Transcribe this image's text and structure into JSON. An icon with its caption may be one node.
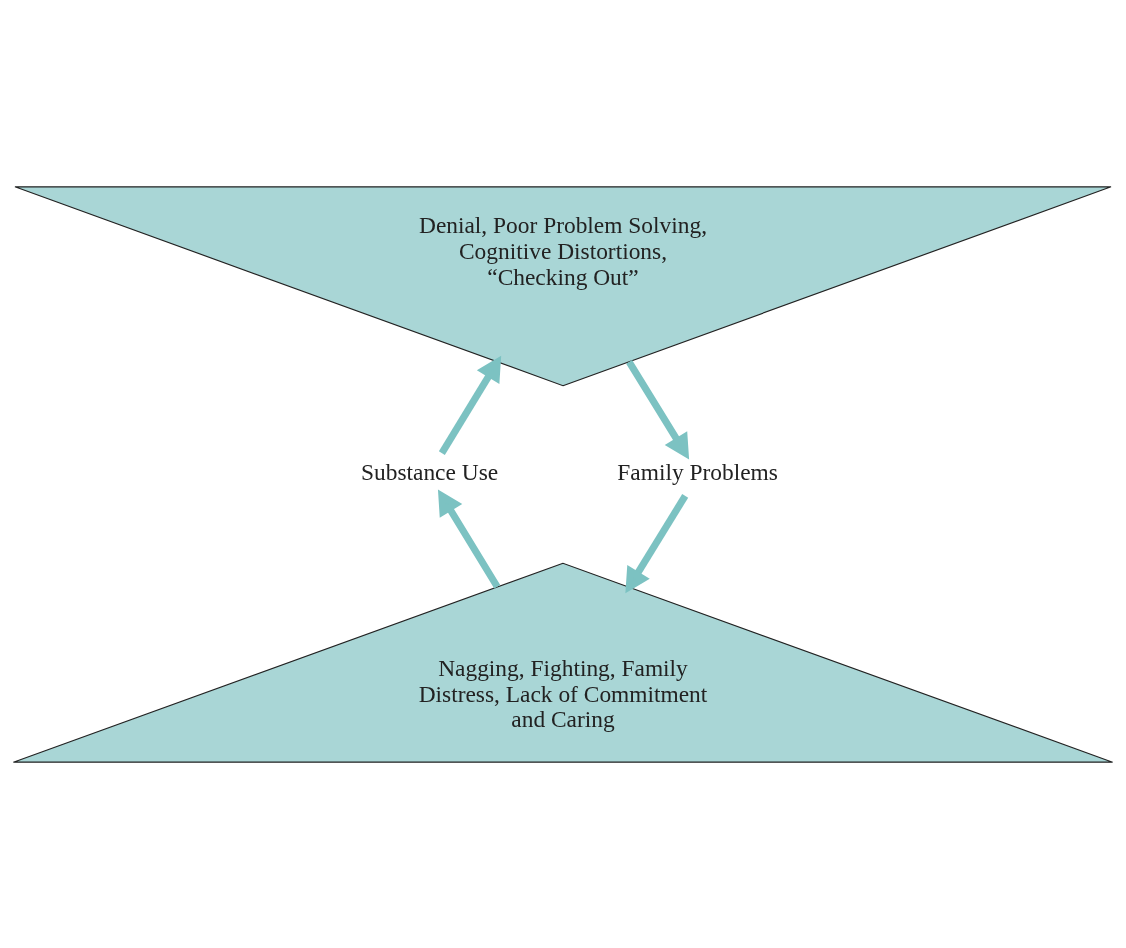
{
  "diagram": {
    "nodes": [
      {
        "text": [
          "Denial, Poor Problem Solving, Cognitive Distortions, “Checking Out”"
        ]
      },
      {
        "text": [
          "Family Problems"
        ]
      },
      {
        "text": [
          "Nagging, Fighting, Family Distress, Lack of Commitment and Caring"
        ]
      },
      {
        "text": [
          "Substance Use"
        ]
      }
    ],
    "edges": [
      {
        "from": 3,
        "to": 0,
        "arrow": "to"
      },
      {
        "from": 0,
        "to": 1,
        "arrow": "to"
      },
      {
        "from": 1,
        "to": 2,
        "arrow": "to"
      },
      {
        "from": 2,
        "to": 3,
        "arrow": "to"
      }
    ]
  }
}
